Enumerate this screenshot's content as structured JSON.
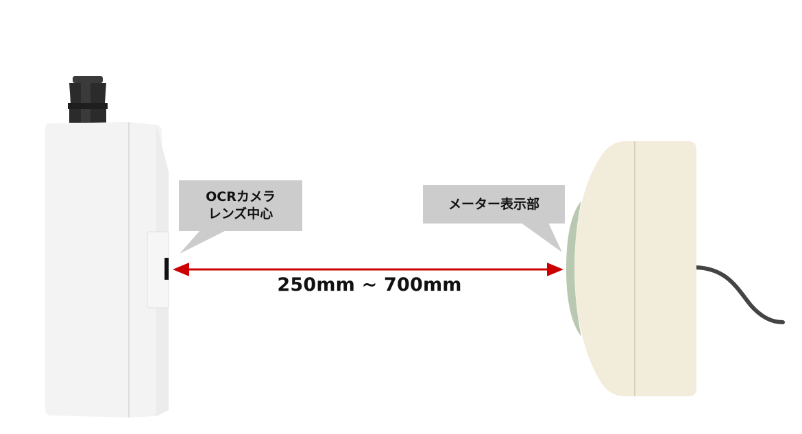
{
  "labels": {
    "camera_line1": "OCRカメラ",
    "camera_line2": "レンズ中心",
    "meter": "メーター表示部",
    "distance": "250mm ~ 700mm"
  },
  "colors": {
    "arrow": "#cc0000",
    "callout": "#cccccc",
    "camera_body": "#f3f3f3",
    "meter_body": "#f2ecdb",
    "meter_lens": "#b9c8b0",
    "cable": "#444444",
    "gland": "#2b2b2b"
  },
  "icons": {
    "camera_device": "camera-box",
    "meter_device": "meter-unit",
    "distance_arrow": "double-arrow"
  }
}
